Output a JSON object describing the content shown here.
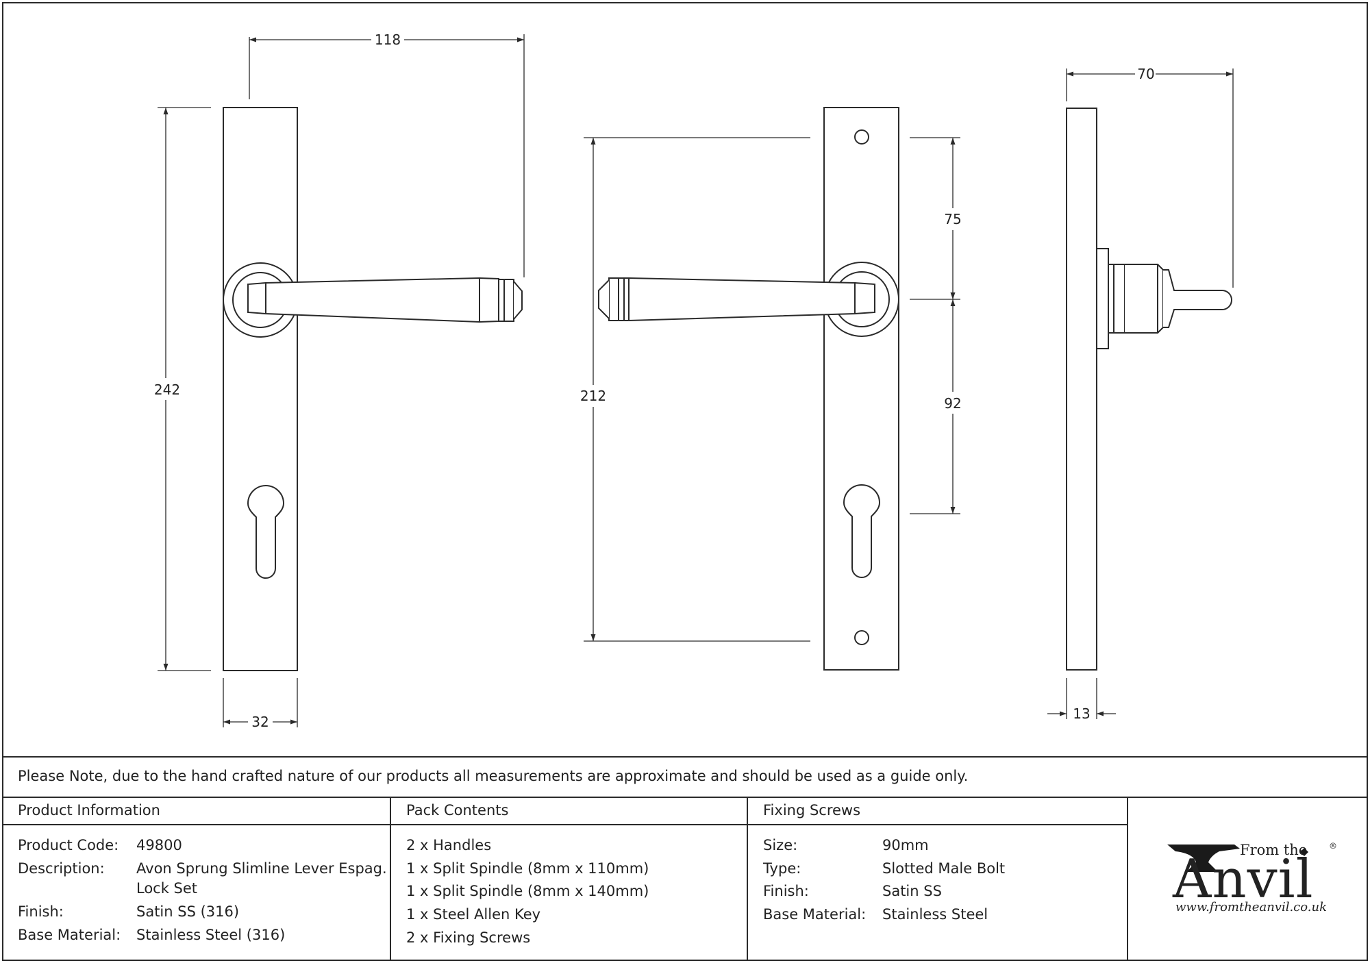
{
  "dimensions": {
    "front_width": "118",
    "front_height": "242",
    "plate_width": "32",
    "back_center": "212",
    "upper_spacing": "75",
    "lower_spacing": "92",
    "side_projection": "70",
    "side_depth": "13"
  },
  "note": "Please Note, due to the hand crafted nature of our products all measurements are approximate and should be used as a guide only.",
  "product_info": {
    "header": "Product Information",
    "rows": [
      {
        "label": "Product Code:",
        "value": "49800"
      },
      {
        "label": "Description:",
        "value": "Avon Sprung Slimline Lever Espag.",
        "value2": "Lock Set"
      },
      {
        "label": "Finish:",
        "value": "Satin SS (316)"
      },
      {
        "label": "Base Material:",
        "value": "Stainless Steel (316)"
      }
    ]
  },
  "pack_contents": {
    "header": "Pack Contents",
    "items": [
      "2 x Handles",
      "1 x Split Spindle (8mm x 110mm)",
      "1 x Split Spindle (8mm x 140mm)",
      "1 x Steel Allen Key",
      "2 x Fixing Screws"
    ]
  },
  "fixing_screws": {
    "header": "Fixing Screws",
    "rows": [
      {
        "label": "Size:",
        "value": "90mm"
      },
      {
        "label": "Type:",
        "value": "Slotted Male Bolt"
      },
      {
        "label": "Finish:",
        "value": "Satin SS"
      },
      {
        "label": "Base Material:",
        "value": "Stainless Steel"
      }
    ]
  },
  "brand": {
    "from_the": "From the",
    "name": "Anvil",
    "registered": "®",
    "url": "www.fromtheanvil.co.uk"
  }
}
